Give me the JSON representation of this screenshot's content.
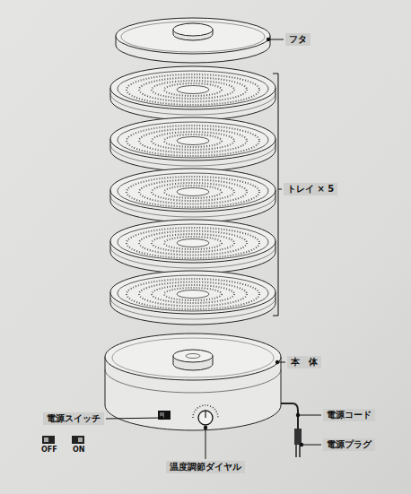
{
  "diagram": {
    "labels": [
      "フタ",
      "トレイ × 5",
      "本　体",
      "電源コード",
      "電源プラグ",
      "電源スイッチ",
      "OFF",
      "ON",
      "温度調節ダイヤル"
    ]
  }
}
